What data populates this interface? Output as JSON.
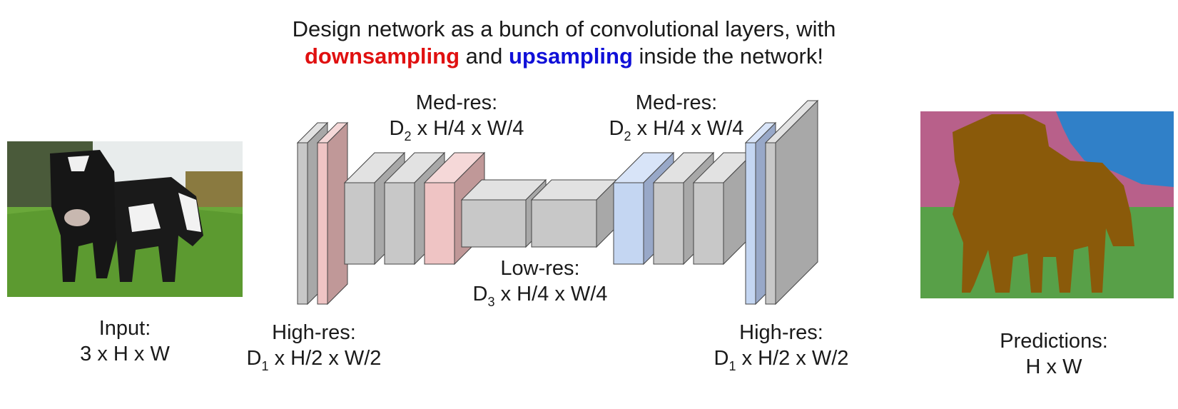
{
  "title": {
    "line1": "Design network as a bunch of convolutional layers, with",
    "down_word": "downsampling",
    "and_word": " and ",
    "up_word": "upsampling",
    "rest": " inside the network!"
  },
  "colors": {
    "down": "#e01010",
    "up": "#1010d8",
    "gray_layer": "#c8c8c8",
    "red_layer": "#efc4c4",
    "blue_layer": "#c4d6f2",
    "grass": "#58a048",
    "sky": "#b8608a",
    "cow": "#8a5a0a",
    "tree": "#3080c8"
  },
  "labels": {
    "input_title": "Input:",
    "input_dims": "3 x H x W",
    "highres_left_title": "High-res:",
    "highres_left_D": "D",
    "highres_left_sub": "1",
    "highres_left_rest": " x H/2 x W/2",
    "medres_left_title": "Med-res:",
    "medres_left_D": "D",
    "medres_left_sub": "2",
    "medres_left_rest": " x H/4 x W/4",
    "lowres_title": "Low-res:",
    "lowres_D": "D",
    "lowres_sub": "3",
    "lowres_rest": " x H/4 x W/4",
    "medres_right_title": "Med-res:",
    "medres_right_D": "D",
    "medres_right_sub": "2",
    "medres_right_rest": " x H/4 x W/4",
    "highres_right_title": "High-res:",
    "highres_right_D": "D",
    "highres_right_sub": "1",
    "highres_right_rest": " x H/2 x W/2",
    "pred_title": "Predictions:",
    "pred_dims": "H x W"
  }
}
